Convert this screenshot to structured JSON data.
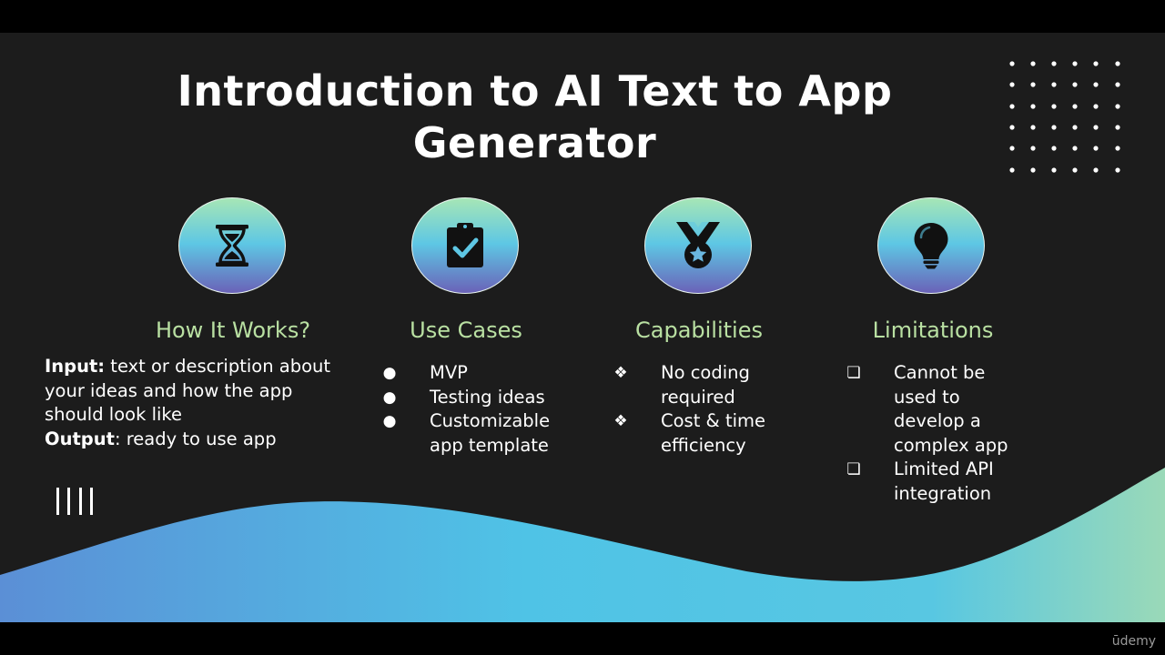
{
  "slide": {
    "title": "Introduction to AI Text to App Generator",
    "colors": {
      "background": "#1c1c1c",
      "heading": "#b9e0a2",
      "text": "#ffffff",
      "wave_start": "#5b8fd6",
      "wave_mid": "#4fc3e6",
      "wave_end": "#9ad9b8"
    }
  },
  "sections": {
    "how_it_works": {
      "icon": "hourglass-icon",
      "heading": "How It Works?",
      "input_label": "Input:",
      "input_text": " text or description about your ideas and how the app should look like",
      "output_label": "Output",
      "output_text": ": ready to use app"
    },
    "use_cases": {
      "icon": "clipboard-check-icon",
      "heading": "Use Cases",
      "marker": "●",
      "items": [
        "MVP",
        "Testing ideas",
        "Customizable app template"
      ]
    },
    "capabilities": {
      "icon": "medal-icon",
      "heading": "Capabilities",
      "marker": "❖",
      "items": [
        "No coding required",
        "Cost & time efficiency"
      ]
    },
    "limitations": {
      "icon": "lightbulb-icon",
      "heading": "Limitations",
      "marker": "❏",
      "items": [
        "Cannot be used to develop a complex app",
        "Limited API integration"
      ]
    }
  },
  "player": {
    "brand": "ūdemy"
  }
}
